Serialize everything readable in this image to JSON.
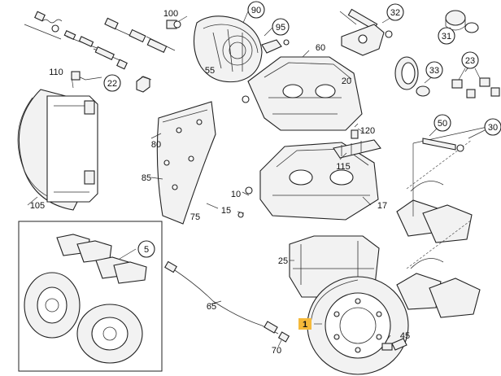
{
  "diagram": {
    "callouts": {
      "c1": "1",
      "c5": "5",
      "c10": "10",
      "c15": "15",
      "c17": "17",
      "c20": "20",
      "c22": "22",
      "c23": "23",
      "c25": "25",
      "c30": "30",
      "c31": "31",
      "c32": "32",
      "c33": "33",
      "c45": "45",
      "c50": "50",
      "c55": "55",
      "c60": "60",
      "c65": "65",
      "c70": "70",
      "c75": "75",
      "c80": "80",
      "c85": "85",
      "c90": "90",
      "c95": "95",
      "c100": "100",
      "c105": "105",
      "c110": "110",
      "c115": "115",
      "c120": "120"
    },
    "highlight_color": "#f5b93a"
  }
}
